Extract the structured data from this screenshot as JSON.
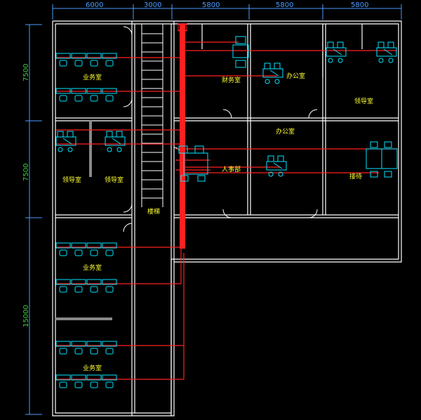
{
  "dimensions": {
    "top": [
      "6000",
      "3000",
      "5800",
      "5800",
      "5800"
    ],
    "left": [
      "7500",
      "7500",
      "15000"
    ]
  },
  "rooms": {
    "yewushi_1": "业务室",
    "caiwushi": "财务室",
    "bangongshi_1": "办公室",
    "lingdaoshi_1": "领导室",
    "bangongshi_2": "办公室",
    "lingdaoshi_2": "领导室",
    "lingdaoshi_3": "领导室",
    "renshibu": "人事部",
    "jiedai": "接待",
    "louti": "楼梯",
    "yewushi_2": "业务室",
    "yewushi_3": "业务室"
  },
  "colors": {
    "wall": "#ffffff",
    "furniture": "#00e5ff",
    "cable": "#ff2020",
    "label": "#ffff33",
    "dim_h": "#4a9cff",
    "dim_v": "#39d439"
  }
}
